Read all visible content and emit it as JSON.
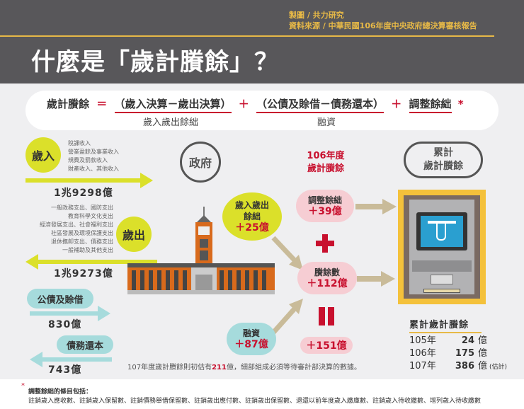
{
  "header": {
    "credit_line1": "製圖 / 共力研究",
    "credit_line2": "資料來源 / 中華民國106年度中央政府總決算審核報告",
    "title": "什麼是「歲計賸餘」？"
  },
  "formula": {
    "lhs": "歲計賸餘",
    "eq": "＝",
    "term1": "（歲入決算－歲出決算）",
    "plus1": "＋",
    "term2": "（公債及賒借－債務還本）",
    "plus2": "＋",
    "term3": "調整餘絀",
    "star": "*",
    "sub1": "歲入歲出餘絀",
    "sub2": "融資"
  },
  "revenue": {
    "label": "歲入",
    "items": [
      "稅課收入",
      "營業盈餘及事業收入",
      "規費及罰款收入",
      "財產收入、其他收入"
    ],
    "amount": "1兆9298億"
  },
  "expenditure": {
    "label": "歲出",
    "items": [
      "一般政務支出、國防支出",
      "教育科學文化支出",
      "經濟發展支出、社會福利支出",
      "社區發展及環境保護支出",
      "退休撫卹支出、債務支出",
      "一般補助及其他支出"
    ],
    "amount": "1兆9273億"
  },
  "bonds": {
    "label": "公債及賒借",
    "amount": "830億"
  },
  "repay": {
    "label": "債務還本",
    "amount": "743億"
  },
  "government": {
    "label": "政府"
  },
  "fy106": {
    "line1": "106年度",
    "line2": "歲計賸餘"
  },
  "balance": {
    "label1": "歲入歲出",
    "label2": "餘絀",
    "value": "＋25億"
  },
  "adjust": {
    "label": "調整餘絀",
    "value": "＋39億"
  },
  "surplus": {
    "label": "賸餘數",
    "value": "＋112億"
  },
  "financing": {
    "label": "融資",
    "value": "＋87億"
  },
  "total": {
    "value": "＋151億"
  },
  "operators": {
    "plus": "+",
    "equals": "="
  },
  "cumulative": {
    "title1": "累計",
    "title2": "歲計賸餘",
    "table_title": "累計歲計賸餘",
    "rows": [
      {
        "year": "105年",
        "value": "24",
        "unit": "億",
        "note": ""
      },
      {
        "year": "106年",
        "value": "175",
        "unit": "億",
        "note": ""
      },
      {
        "year": "107年",
        "value": "386",
        "unit": "億",
        "note": "(估計)"
      }
    ]
  },
  "note107": {
    "pre": "107年度歲計賸餘則初估有",
    "num": "211",
    "post": "億，細部組成必須等待審計部決算的數據。"
  },
  "footnote": {
    "star": "*",
    "title": "調整餘絀的條目包括：",
    "text": "註銷歲入應收數、註銷歲入保留數、註銷債務舉借保留數、註銷歲出應付數、註銷歲出保留數、退還以前年度歲入繳庫數、註銷歲入待收繳數、增列歲入待收繳數"
  },
  "colors": {
    "header_bg": "#58575a",
    "gold": "#e7b947",
    "red": "#c8102e",
    "yellow": "#dbe02a",
    "teal": "#a6dbdc",
    "pink": "#f6cdd3",
    "tan": "#c9bb99"
  }
}
